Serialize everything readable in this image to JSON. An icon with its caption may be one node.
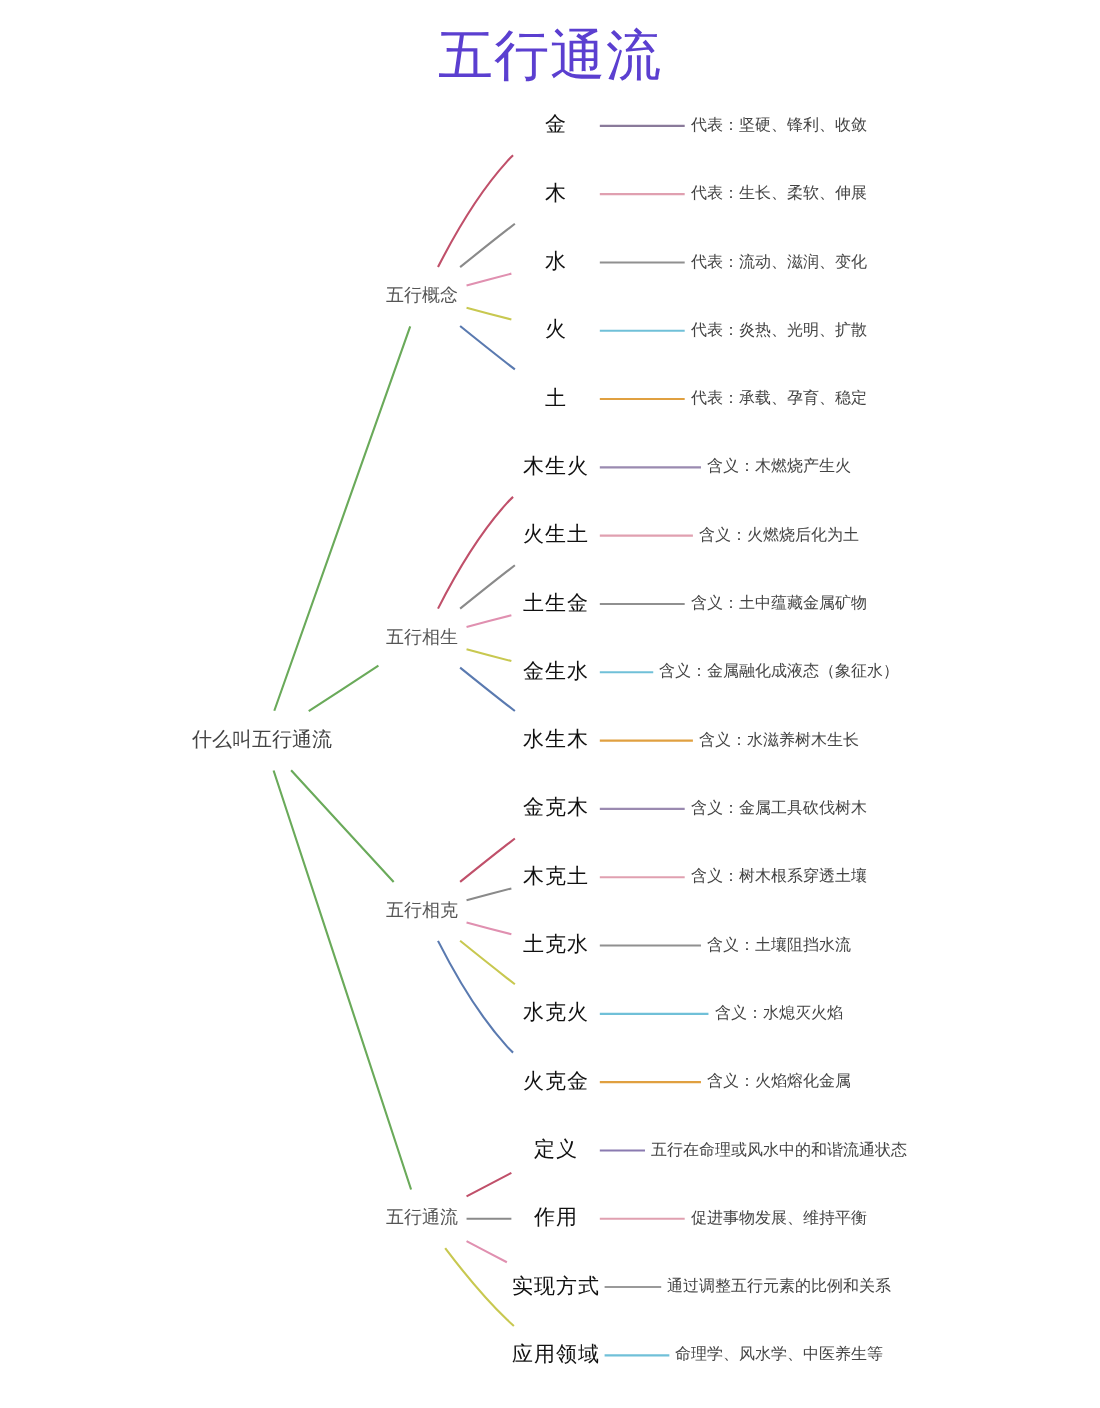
{
  "diagram": {
    "title": "五行通流",
    "nodes": [
      {
        "text": [
          "什么叫五行通流"
        ]
      },
      {
        "text": [
          "五行概念"
        ]
      },
      {
        "text": [
          "金"
        ]
      },
      {
        "text": [
          "代表：坚硬、锋利、收敛"
        ]
      },
      {
        "text": [
          "木"
        ]
      },
      {
        "text": [
          "代表：生长、柔软、伸展"
        ]
      },
      {
        "text": [
          "水"
        ]
      },
      {
        "text": [
          "代表：流动、滋润、变化"
        ]
      },
      {
        "text": [
          "火"
        ]
      },
      {
        "text": [
          "代表：炎热、光明、扩散"
        ]
      },
      {
        "text": [
          "土"
        ]
      },
      {
        "text": [
          "代表：承载、孕育、稳定"
        ]
      },
      {
        "text": [
          "五行相生"
        ]
      },
      {
        "text": [
          "木生火"
        ]
      },
      {
        "text": [
          "含义：木燃烧产生火"
        ]
      },
      {
        "text": [
          "火生土"
        ]
      },
      {
        "text": [
          "含义：火燃烧后化为土"
        ]
      },
      {
        "text": [
          "土生金"
        ]
      },
      {
        "text": [
          "含义：土中蕴藏金属矿物"
        ]
      },
      {
        "text": [
          "金生水"
        ]
      },
      {
        "text": [
          "含义：金属融化成液态（象征水）"
        ]
      },
      {
        "text": [
          "水生木"
        ]
      },
      {
        "text": [
          "含义：水滋养树木生长"
        ]
      },
      {
        "text": [
          "五行相克"
        ]
      },
      {
        "text": [
          "金克木"
        ]
      },
      {
        "text": [
          "含义：金属工具砍伐树木"
        ]
      },
      {
        "text": [
          "木克土"
        ]
      },
      {
        "text": [
          "含义：树木根系穿透土壤"
        ]
      },
      {
        "text": [
          "土克水"
        ]
      },
      {
        "text": [
          "含义：土壤阻挡水流"
        ]
      },
      {
        "text": [
          "水克火"
        ]
      },
      {
        "text": [
          "含义：水熄灭火焰"
        ]
      },
      {
        "text": [
          "火克金"
        ]
      },
      {
        "text": [
          "含义：火焰熔化金属"
        ]
      },
      {
        "text": [
          "五行通流"
        ]
      },
      {
        "text": [
          "定义"
        ]
      },
      {
        "text": [
          "五行在命理或风水中的和谐流通状态"
        ]
      },
      {
        "text": [
          "作用"
        ]
      },
      {
        "text": [
          "促进事物发展、维持平衡"
        ]
      },
      {
        "text": [
          "实现方式"
        ]
      },
      {
        "text": [
          "通过调整五行元素的比例和关系"
        ]
      },
      {
        "text": [
          "应用领域"
        ]
      },
      {
        "text": [
          "命理学、风水学、中医养生等"
        ]
      }
    ],
    "edges": [
      {
        "from": 0,
        "to": 1,
        "arrow": "none"
      },
      {
        "from": 1,
        "to": 2,
        "arrow": "none",
        "color": "#c0506a"
      },
      {
        "from": 2,
        "to": 3,
        "arrow": "none",
        "color": "#8a7a9a"
      },
      {
        "from": 1,
        "to": 4,
        "arrow": "none",
        "color": "#8a8a8a"
      },
      {
        "from": 4,
        "to": 5,
        "arrow": "none",
        "color": "#e0a0b0"
      },
      {
        "from": 1,
        "to": 6,
        "arrow": "none",
        "color": "#e090b0"
      },
      {
        "from": 6,
        "to": 7,
        "arrow": "none",
        "color": "#909090"
      },
      {
        "from": 1,
        "to": 8,
        "arrow": "none",
        "color": "#c8c850"
      },
      {
        "from": 8,
        "to": 9,
        "arrow": "none",
        "color": "#70c0d8"
      },
      {
        "from": 1,
        "to": 10,
        "arrow": "none",
        "color": "#5a7ab0"
      },
      {
        "from": 10,
        "to": 11,
        "arrow": "none",
        "color": "#e0a040"
      },
      {
        "from": 0,
        "to": 12,
        "arrow": "none"
      },
      {
        "from": 12,
        "to": 13,
        "arrow": "none",
        "color": "#c0506a"
      },
      {
        "from": 13,
        "to": 14,
        "arrow": "none",
        "color": "#9a8ab0"
      },
      {
        "from": 12,
        "to": 15,
        "arrow": "none",
        "color": "#8a8a8a"
      },
      {
        "from": 15,
        "to": 16,
        "arrow": "none",
        "color": "#e0a0b0"
      },
      {
        "from": 12,
        "to": 17,
        "arrow": "none",
        "color": "#e090b0"
      },
      {
        "from": 17,
        "to": 18,
        "arrow": "none",
        "color": "#909090"
      },
      {
        "from": 12,
        "to": 19,
        "arrow": "none",
        "color": "#c8c850"
      },
      {
        "from": 19,
        "to": 20,
        "arrow": "none",
        "color": "#70c0d8"
      },
      {
        "from": 12,
        "to": 21,
        "arrow": "none",
        "color": "#5a7ab0"
      },
      {
        "from": 21,
        "to": 22,
        "arrow": "none",
        "color": "#e0a040"
      },
      {
        "from": 0,
        "to": 23,
        "arrow": "none"
      },
      {
        "from": 23,
        "to": 24,
        "arrow": "none",
        "color": "#c0506a"
      },
      {
        "from": 24,
        "to": 25,
        "arrow": "none",
        "color": "#9a8ab0"
      },
      {
        "from": 23,
        "to": 26,
        "arrow": "none",
        "color": "#8a8a8a"
      },
      {
        "from": 26,
        "to": 27,
        "arrow": "none",
        "color": "#e0a0b0"
      },
      {
        "from": 23,
        "to": 28,
        "arrow": "none",
        "color": "#e090b0"
      },
      {
        "from": 28,
        "to": 29,
        "arrow": "none",
        "color": "#909090"
      },
      {
        "from": 23,
        "to": 30,
        "arrow": "none",
        "color": "#c8c850"
      },
      {
        "from": 30,
        "to": 31,
        "arrow": "none",
        "color": "#70c0d8"
      },
      {
        "from": 23,
        "to": 32,
        "arrow": "none",
        "color": "#5a7ab0"
      },
      {
        "from": 32,
        "to": 33,
        "arrow": "none",
        "color": "#e0a040"
      },
      {
        "from": 0,
        "to": 34,
        "arrow": "none"
      },
      {
        "from": 34,
        "to": 35,
        "arrow": "none",
        "color": "#c0506a"
      },
      {
        "from": 35,
        "to": 36,
        "arrow": "none",
        "color": "#8a7ab0"
      },
      {
        "from": 34,
        "to": 37,
        "arrow": "none",
        "color": "#8a8a8a"
      },
      {
        "from": 37,
        "to": 38,
        "arrow": "none",
        "color": "#e0a0b0"
      },
      {
        "from": 34,
        "to": 39,
        "arrow": "none",
        "color": "#e090b0"
      },
      {
        "from": 39,
        "to": 40,
        "arrow": "none",
        "color": "#9a9a9a"
      },
      {
        "from": 34,
        "to": 41,
        "arrow": "none",
        "color": "#c8c850"
      },
      {
        "from": 41,
        "to": 42,
        "arrow": "none",
        "color": "#70c0d8"
      }
    ]
  }
}
